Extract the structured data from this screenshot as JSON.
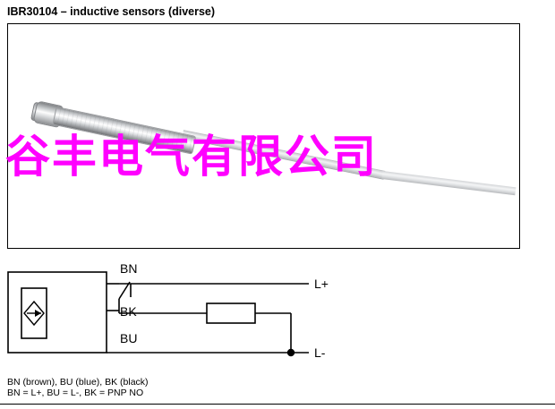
{
  "document": {
    "title": "IBR30104 – inductive sensors (diverse)",
    "watermark_text": "谷丰电气有限公司",
    "watermark_color": "#ff00ff"
  },
  "photo": {
    "alt_name": "inductive-sensor-photo",
    "caption": ""
  },
  "wiring_diagram": {
    "terminals": [
      {
        "id": "bn",
        "label": "BN"
      },
      {
        "id": "bk",
        "label": "BK"
      },
      {
        "id": "bu",
        "label": "BU"
      }
    ],
    "supply": [
      {
        "id": "l-plus",
        "label": "L+"
      },
      {
        "id": "l-minus",
        "label": "L-"
      }
    ]
  },
  "notes": {
    "line1": "BN (brown), BU (blue), BK (black)",
    "line2": "BN = L+, BU = L-, BK = PNP NO"
  }
}
